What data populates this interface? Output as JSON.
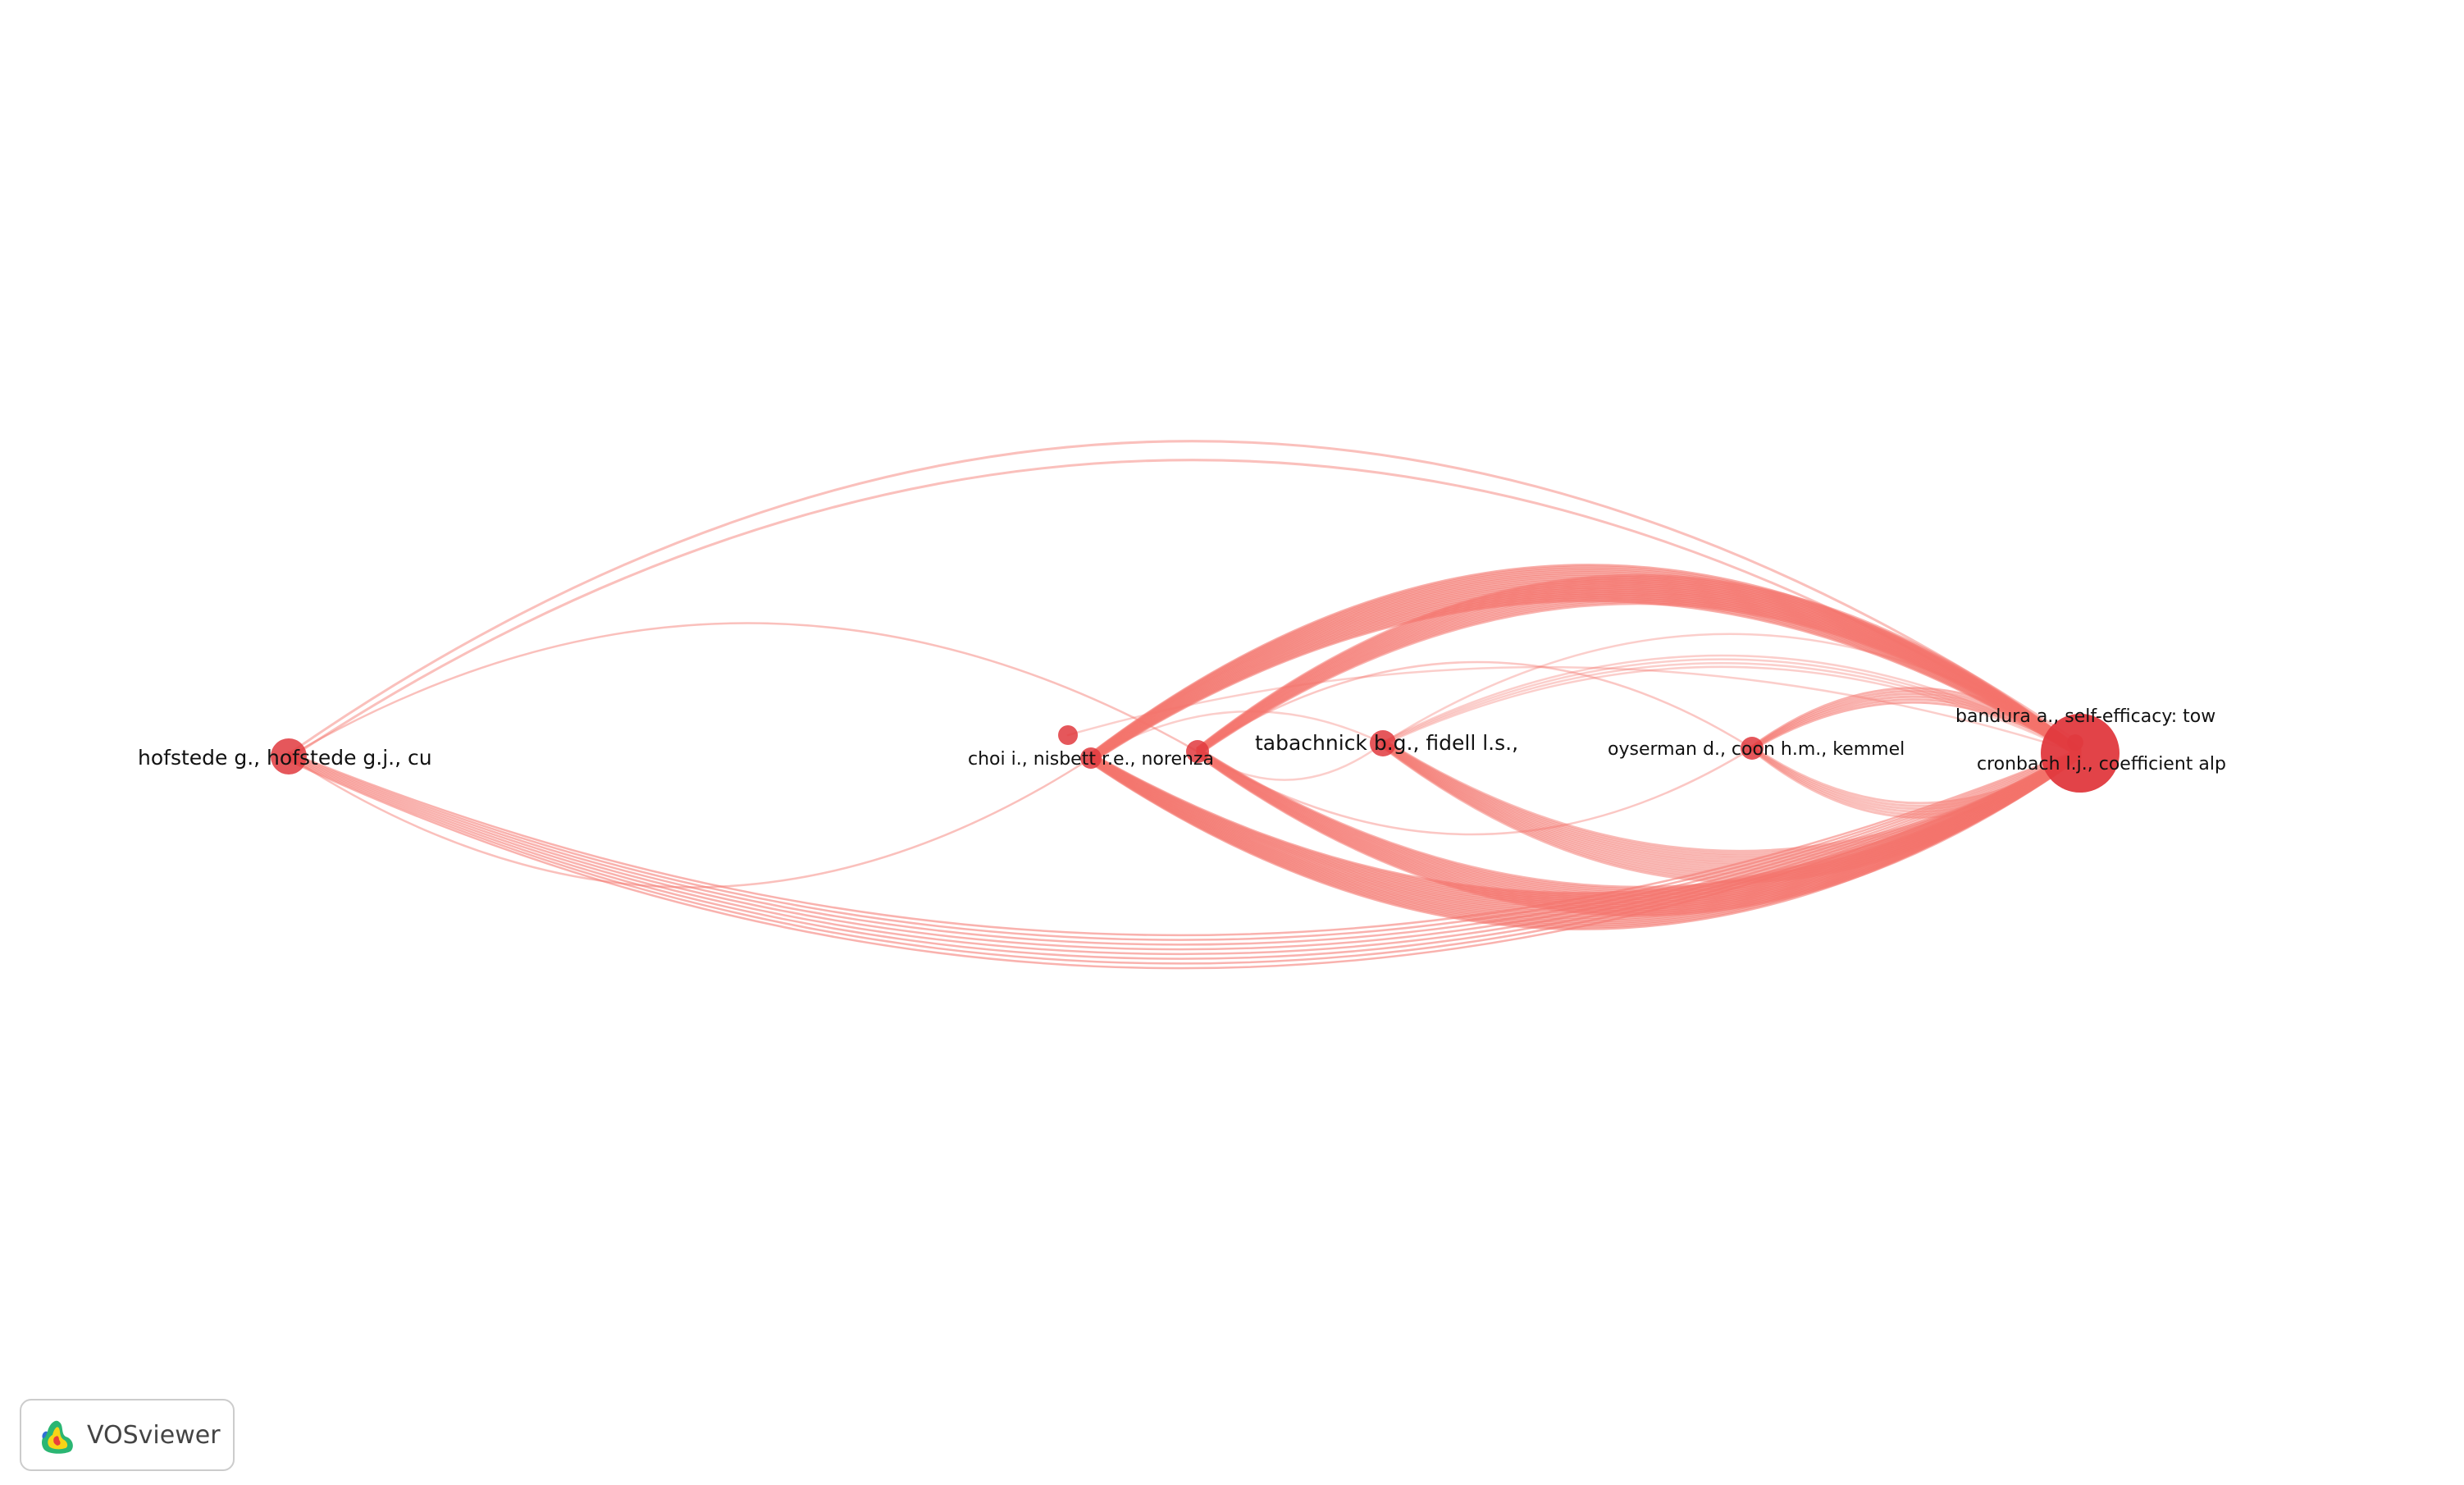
{
  "network": {
    "edge_color": "#f4736b",
    "node_color": "#e0393e",
    "nodes": [
      {
        "id": "hofstede",
        "label": "hofstede g., hofstede g.j., cu"
      },
      {
        "id": "choi-small",
        "label": ""
      },
      {
        "id": "choi",
        "label": "choi i., nisbett r.e., norenza"
      },
      {
        "id": "mid",
        "label": ""
      },
      {
        "id": "tabachnick",
        "label": "tabachnick b.g., fidell l.s.,"
      },
      {
        "id": "oyserman",
        "label": "oyserman d., coon h.m., kemmel"
      },
      {
        "id": "bandura",
        "label": "bandura a., self-efficacy: tow"
      },
      {
        "id": "cronbach",
        "label": "cronbach l.j., coefficient alp"
      }
    ]
  },
  "brand": {
    "name": "VOSviewer",
    "logo_icon": "vosviewer-logo-icon"
  }
}
